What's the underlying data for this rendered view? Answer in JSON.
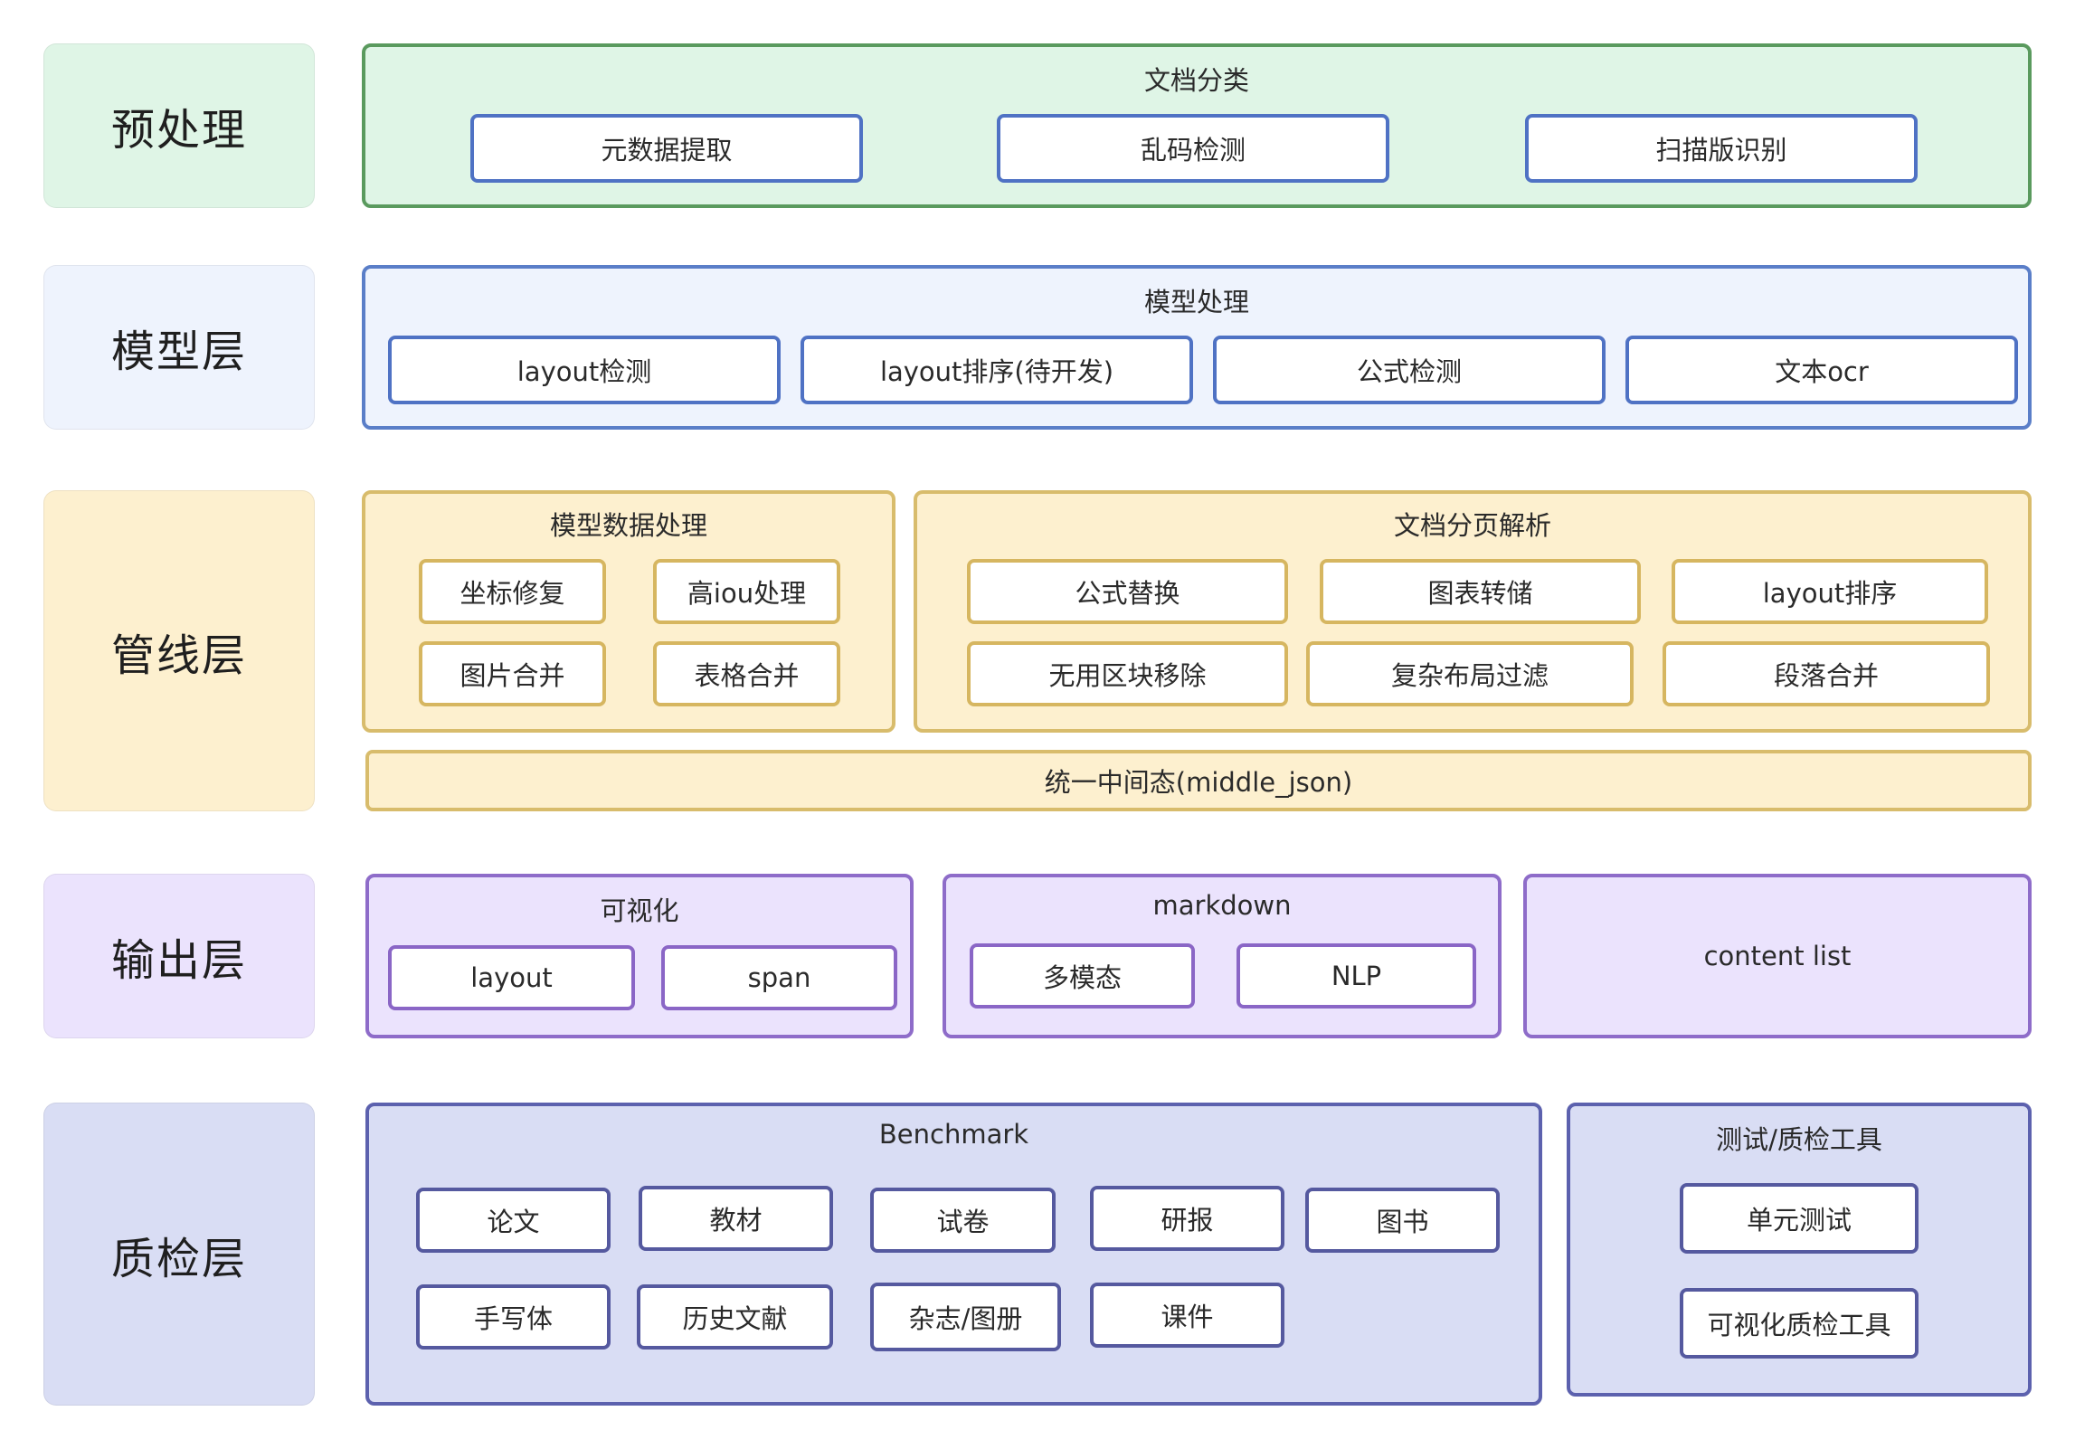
{
  "layers": {
    "preprocess": "预处理",
    "model": "模型层",
    "pipeline": "管线层",
    "output": "输出层",
    "qa": "质检层"
  },
  "preprocess": {
    "title": "文档分类",
    "items": [
      "元数据提取",
      "乱码检测",
      "扫描版识别"
    ]
  },
  "model": {
    "title": "模型处理",
    "items": [
      "layout检测",
      "layout排序(待开发)",
      "公式检测",
      "文本ocr"
    ]
  },
  "pipeline": {
    "model_data": {
      "title": "模型数据处理",
      "items": [
        "坐标修复",
        "高iou处理",
        "图片合并",
        "表格合并"
      ]
    },
    "page_parse": {
      "title": "文档分页解析",
      "items": [
        "公式替换",
        "图表转储",
        "layout排序",
        "无用区块移除",
        "复杂布局过滤",
        "段落合并"
      ]
    },
    "middle": "统一中间态(middle_json)"
  },
  "output": {
    "visual": {
      "title": "可视化",
      "items": [
        "layout",
        "span"
      ]
    },
    "markdown": {
      "title": "markdown",
      "items": [
        "多模态",
        "NLP"
      ]
    },
    "content_list": "content list"
  },
  "qa": {
    "benchmark": {
      "title": "Benchmark",
      "items": [
        "论文",
        "教材",
        "试卷",
        "研报",
        "图书",
        "手写体",
        "历史文献",
        "杂志/图册",
        "课件"
      ]
    },
    "tools": {
      "title": "测试/质检工具",
      "items": [
        "单元测试",
        "可视化质检工具"
      ]
    }
  },
  "colors": {
    "green_bg": "#dff5e6",
    "green_border": "#5a9a5e",
    "blue_bg": "#eef3fd",
    "blue_border": "#5a7ec8",
    "yellow_bg": "#fdf0cf",
    "yellow_border": "#d8bc6c",
    "purple_bg": "#ebe3fd",
    "purple_border": "#8e6cc9",
    "indigo_bg": "#d9ddf4",
    "indigo_border": "#5c61ae"
  }
}
